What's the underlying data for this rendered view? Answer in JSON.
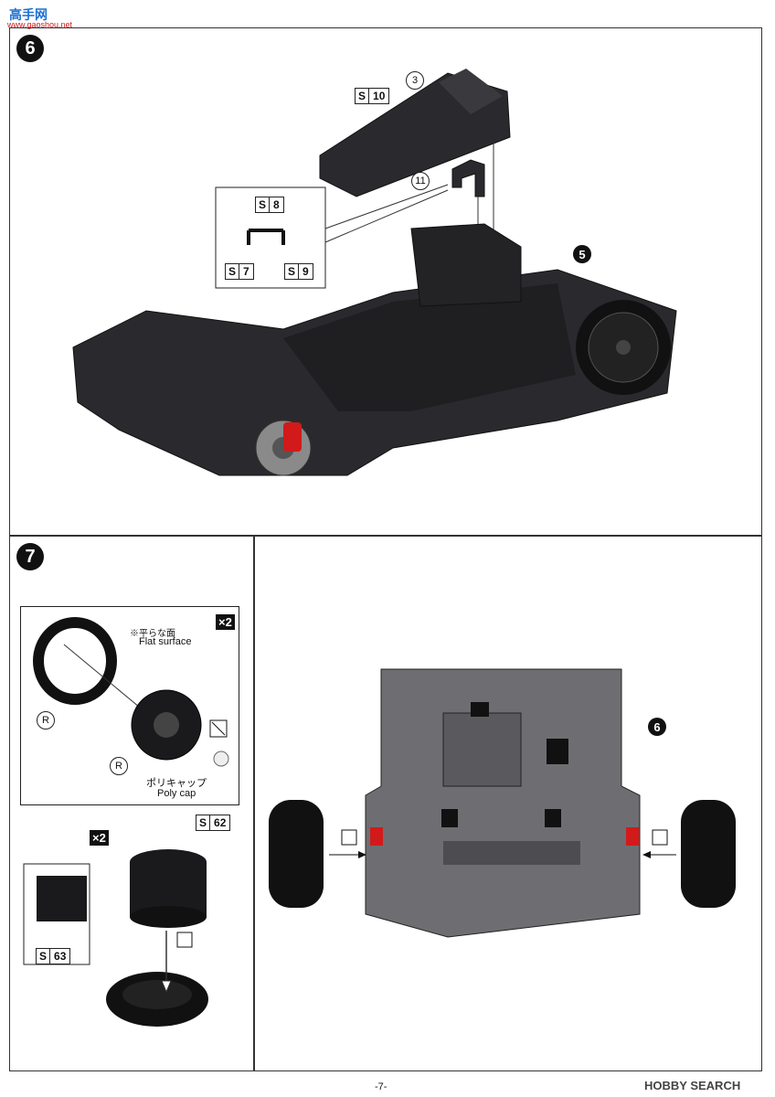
{
  "watermark_top": {
    "title": "高手网",
    "url": "www.gaoshou.net"
  },
  "step6": {
    "number": "6",
    "parts": {
      "p10": "10",
      "p8": "8",
      "p7": "7",
      "p9": "9"
    },
    "part_prefix": "S",
    "callouts": {
      "c3": "3",
      "c11": "11"
    },
    "ref_step": "5"
  },
  "step7": {
    "number": "7",
    "multiplier_a": "×2",
    "multiplier_b": "×2",
    "flat_surface_jp": "※平らな面",
    "flat_surface_en": "Flat surface",
    "r_label_1": "R",
    "r_label_2": "R",
    "polycap_jp": "ポリキャップ",
    "polycap_en": "Poly cap",
    "parts": {
      "p62": "62",
      "p63": "63"
    },
    "part_prefix": "S"
  },
  "right_panel": {
    "ref_step": "6"
  },
  "footer": {
    "page": "-7-",
    "brand": "HOBBY SEARCH"
  },
  "colors": {
    "accent_red": "#d21a1a",
    "chassis": "#2a2a2e",
    "underside": "#6e6e72"
  }
}
